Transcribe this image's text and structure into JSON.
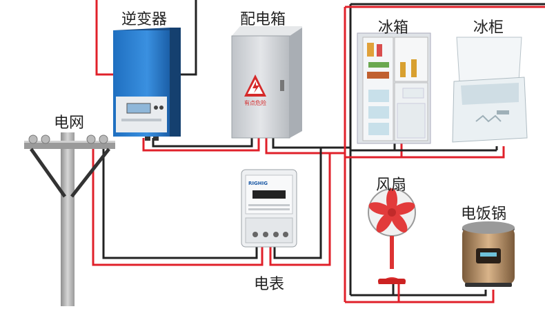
{
  "labels": {
    "inverter": "逆变器",
    "distribution_box": "配电箱",
    "refrigerator": "冰箱",
    "freezer": "冰柜",
    "grid": "电网",
    "fan": "风扇",
    "rice_cooker": "电饭锅",
    "meter": "电表"
  },
  "warning_sign_text": "有点危险",
  "meter_brand": "RIGHIG",
  "colors": {
    "wire_red": "#e0202a",
    "wire_black": "#222222",
    "inverter_blue": "#2f7fd0",
    "steel": "#cfd2d6"
  }
}
